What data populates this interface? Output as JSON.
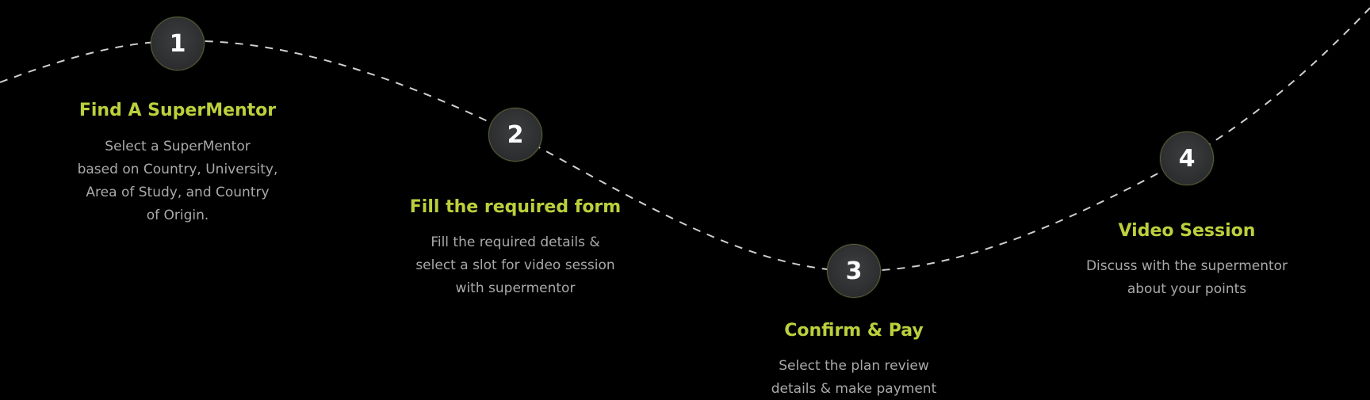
{
  "colors": {
    "background": "#000000",
    "title_accent": "#bcd03c",
    "description": "#a9a9a9",
    "circle_fill": "#2c2d2f",
    "circle_border": "#5a5f3a",
    "path": "#cfcfcf"
  },
  "steps": [
    {
      "number": "1",
      "title": "Find A SuperMentor",
      "lines": [
        "Select a SuperMentor",
        "based on Country, University,",
        "Area of Study, and Country",
        "of Origin."
      ]
    },
    {
      "number": "2",
      "title": "Fill the required form",
      "lines": [
        "Fill the required details &",
        "select a slot for video session",
        "with supermentor"
      ]
    },
    {
      "number": "3",
      "title": "Confirm & Pay",
      "lines": [
        "Select the plan review",
        "details & make payment"
      ]
    },
    {
      "number": "4",
      "title": "Video Session",
      "lines": [
        "Discuss with the supermentor",
        "about your points"
      ]
    }
  ]
}
